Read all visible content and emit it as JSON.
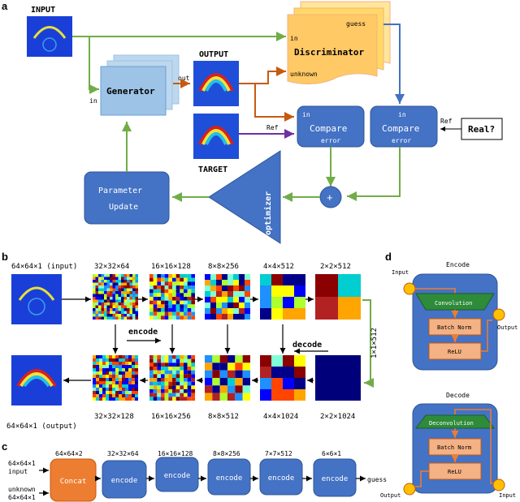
{
  "panel_labels": {
    "a": "a",
    "b": "b",
    "c": "c",
    "d": "d"
  },
  "panel_a": {
    "input_label": "INPUT",
    "output_label": "OUTPUT",
    "target_label": "TARGET",
    "generator": "Generator",
    "discriminator": "Discriminator",
    "compare1": "Compare",
    "compare2": "Compare",
    "error1": "error",
    "error2": "error",
    "param_update_1": "Parameter",
    "param_update_2": "Update",
    "optimizer": "optimizer",
    "plus": "+",
    "real": "Real?",
    "port_in_gen": "in",
    "port_out": "out",
    "port_in_disc": "in",
    "port_guess": "guess",
    "port_unknown": "unknown",
    "port_ref1": "Ref",
    "port_ref2": "Ref",
    "port_in_cmp1": "in",
    "port_in_cmp2": "in"
  },
  "panel_b": {
    "top_dims": [
      "64×64×1 (input)",
      "32×32×64",
      "16×16×128",
      "8×8×256",
      "4×4×512",
      "2×2×512"
    ],
    "bottom_dims": [
      "64×64×1 (output)",
      "32×32×128",
      "16×16×256",
      "8×8×512",
      "4×4×1024",
      "2×2×1024"
    ],
    "side_dim": "1×1×512",
    "encode": "encode",
    "decode": "decode"
  },
  "panel_c": {
    "input_label_1": "64×64×1",
    "input_label_2": "input",
    "unknown_label_1": "unknown",
    "unknown_label_2": "64×64×1",
    "concat": "Concat",
    "encode_boxes": [
      "encode",
      "encode",
      "encode",
      "encode",
      "encode"
    ],
    "dims": [
      "64×64×2",
      "32×32×64",
      "16×16×128",
      "8×8×256",
      "7×7×512",
      "6×6×1"
    ],
    "guess": "guess"
  },
  "panel_d": {
    "encode_title": "Encode",
    "input": "Input",
    "output": "Output",
    "convolution": "Convolution",
    "batch_norm": "Batch Norm",
    "relu": "ReLU",
    "decode_title": "Decode",
    "deconvolution": "Deconvolution",
    "batch_norm2": "Batch Norm",
    "relu2": "ReLU",
    "output2": "Output",
    "input2": "Input"
  },
  "colors": {
    "box_blue": "#4472c4",
    "box_dark": "#2f5597",
    "green_arrow": "#70ad47",
    "orange_arrow": "#c55a11",
    "blue_arrow": "#4472c4",
    "purple_arrow": "#7030a0",
    "orange_box": "#f4b183",
    "yellow_doc": "#ffd966"
  }
}
